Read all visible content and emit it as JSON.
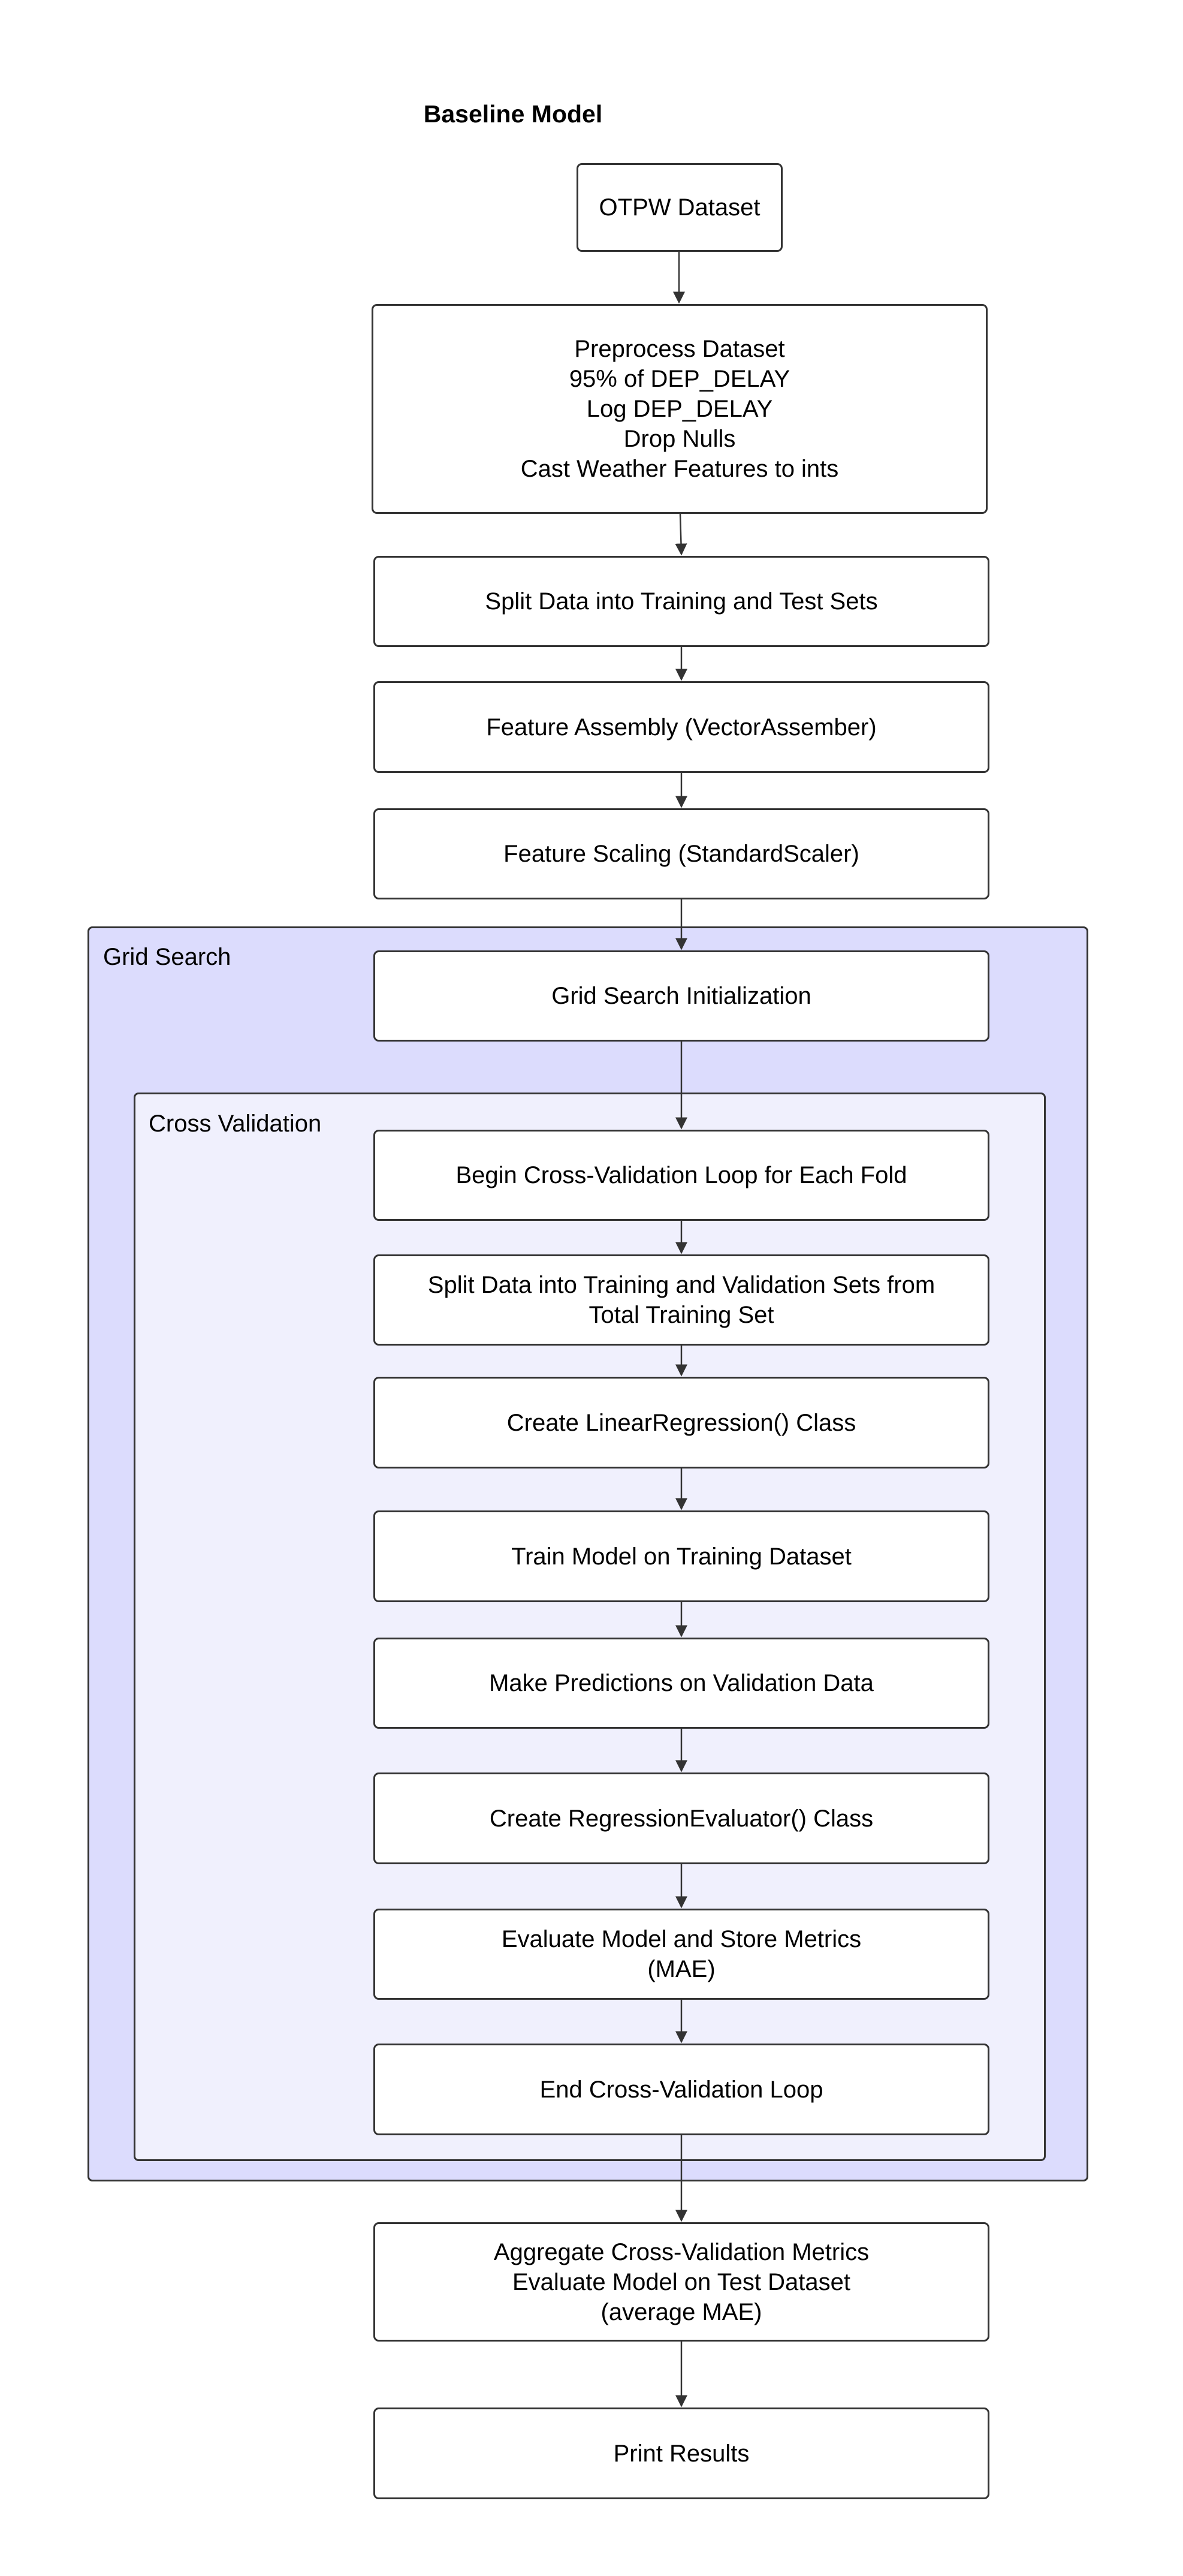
{
  "diagram": {
    "title": "Baseline Model",
    "groups": {
      "grid_search": {
        "label": "Grid Search"
      },
      "cross_validation": {
        "label": "Cross Validation"
      }
    },
    "nodes": {
      "otpw": "OTPW Dataset",
      "preprocess": "Preprocess Dataset\n95% of DEP_DELAY\nLog DEP_DELAY\nDrop Nulls\nCast Weather Features to ints",
      "split_train_test": "Split Data into Training and Test Sets",
      "assembly": "Feature Assembly (VectorAssember)",
      "scaling": "Feature Scaling (StandardScaler)",
      "grid_init": "Grid Search Initialization",
      "cv_begin": "Begin Cross-Validation Loop for Each Fold",
      "split_val": "Split Data into Training and Validation Sets from\nTotal Training Set",
      "create_lr": "Create LinearRegression() Class",
      "train": "Train Model on Training Dataset",
      "predict": "Make Predictions on Validation Data",
      "create_eval": "Create RegressionEvaluator() Class",
      "evaluate": "Evaluate Model and Store Metrics\n(MAE)",
      "cv_end": "End Cross-Validation Loop",
      "aggregate": "Aggregate Cross-Validation Metrics\nEvaluate Model on Test Dataset\n(average MAE)",
      "print": "Print Results"
    },
    "colors": {
      "grid_search_fill": "#dcdcfd",
      "cross_validation_fill": "#f0f0fd",
      "node_fill": "#ffffff",
      "stroke": "#333333",
      "edge": "#333333"
    }
  }
}
